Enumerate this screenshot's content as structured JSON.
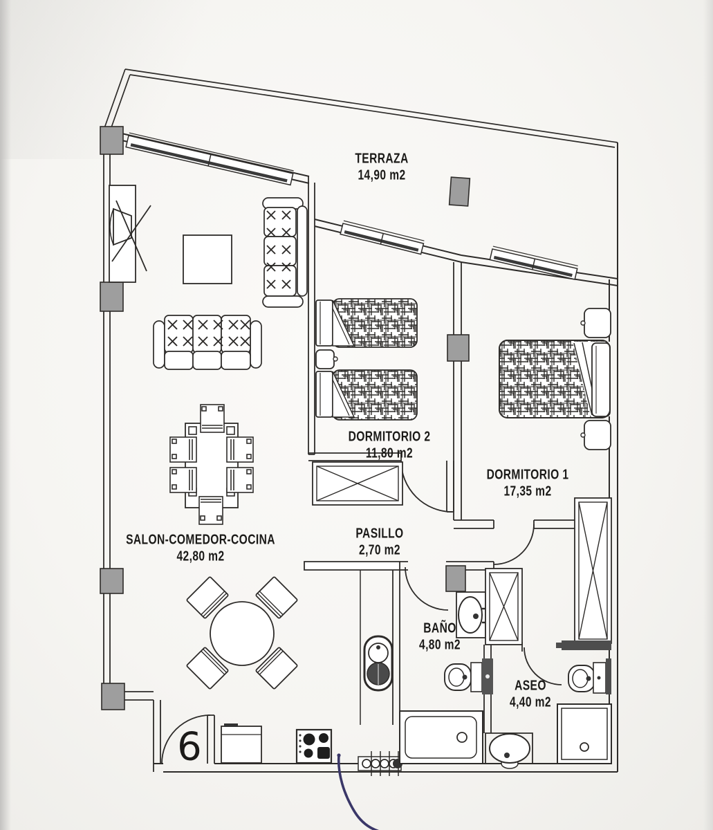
{
  "plan": {
    "unit_number": "6",
    "area_unit": "m2",
    "rooms": [
      {
        "id": "salon",
        "name": "SALON-COMEDOR-COCINA",
        "area": "42,80 m2"
      },
      {
        "id": "terraza",
        "name": "TERRAZA",
        "area": "14,90 m2"
      },
      {
        "id": "dormitorio1",
        "name": "DORMITORIO 1",
        "area": "17,35 m2"
      },
      {
        "id": "dormitorio2",
        "name": "DORMITORIO 2",
        "area": "11,80 m2"
      },
      {
        "id": "pasillo",
        "name": "PASILLO",
        "area": "2,70 m2"
      },
      {
        "id": "bano",
        "name": "BAÑO",
        "area": "4,80 m2"
      },
      {
        "id": "aseo",
        "name": "ASEO",
        "area": "4,40 m2"
      }
    ],
    "colors": {
      "line": "#2d2b29",
      "pillar_fill": "#9e9e9e",
      "fixture_dark": "#4d4d4d",
      "pen_annotation": "#3a3768",
      "paper": "#f7f6f3"
    }
  }
}
